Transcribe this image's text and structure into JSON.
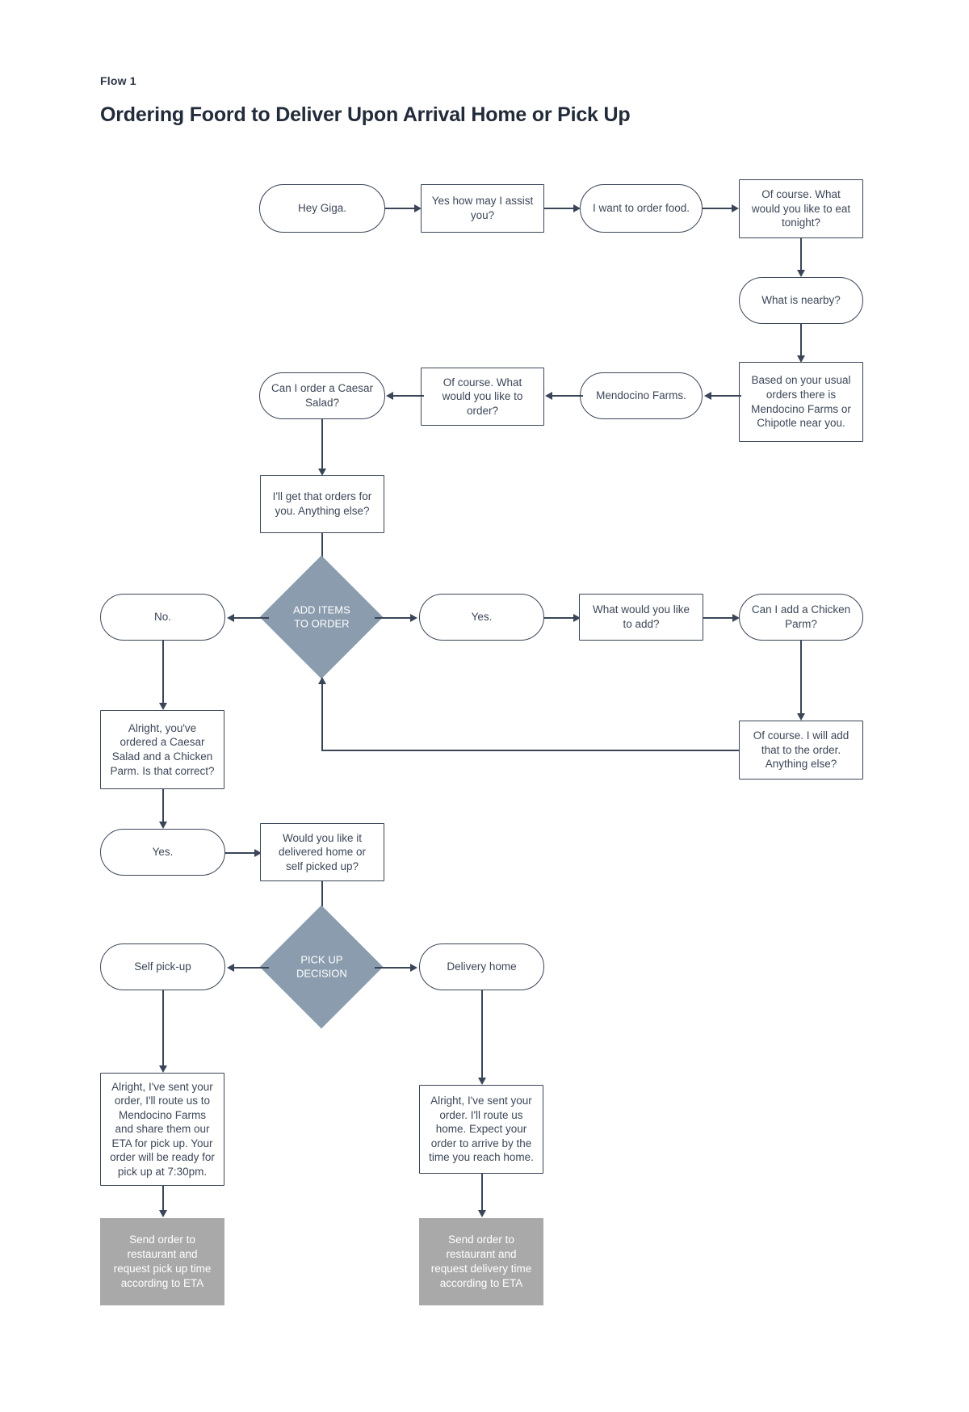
{
  "header": {
    "eyebrow": "Flow 1",
    "title": "Ordering Foord to Deliver Upon Arrival Home or Pick Up"
  },
  "colors": {
    "stroke": "#3a4557",
    "text": "#3c4758",
    "decision_fill": "#8b9cae",
    "system_fill": "#a9a9a9",
    "background": "#ffffff",
    "title": "#222b3a"
  },
  "nodes": [
    {
      "id": "n1",
      "shape": "pill",
      "text": "Hey Giga."
    },
    {
      "id": "n2",
      "shape": "rect",
      "text": "Yes how may I assist you?"
    },
    {
      "id": "n3",
      "shape": "pill",
      "text": "I want to order food."
    },
    {
      "id": "n4",
      "shape": "rect",
      "text": "Of course. What would you like to eat tonight?"
    },
    {
      "id": "n5",
      "shape": "pill",
      "text": "What is nearby?"
    },
    {
      "id": "n6",
      "shape": "rect",
      "text": "Based on your usual orders there is Mendocino Farms or Chipotle near you."
    },
    {
      "id": "n7",
      "shape": "pill",
      "text": "Mendocino Farms."
    },
    {
      "id": "n8",
      "shape": "rect",
      "text": "Of course. What would you like to order?"
    },
    {
      "id": "n9",
      "shape": "pill",
      "text": "Can I order a Caesar Salad?"
    },
    {
      "id": "n10",
      "shape": "rect",
      "text": "I'll get that orders for you. Anything else?"
    },
    {
      "id": "n11",
      "shape": "decision",
      "text": "ADD ITEMS\nTO ORDER"
    },
    {
      "id": "n12",
      "shape": "pill",
      "text": "No."
    },
    {
      "id": "n13",
      "shape": "pill",
      "text": "Yes."
    },
    {
      "id": "n14",
      "shape": "rect",
      "text": "What would you like to add?"
    },
    {
      "id": "n15",
      "shape": "pill",
      "text": "Can I add a Chicken Parm?"
    },
    {
      "id": "n16",
      "shape": "rect",
      "text": "Of course. I will add that to the order. Anything else?"
    },
    {
      "id": "n17",
      "shape": "rect",
      "text": "Alright, you've ordered a Caesar Salad and a Chicken Parm. Is that correct?"
    },
    {
      "id": "n18",
      "shape": "pill",
      "text": "Yes."
    },
    {
      "id": "n19",
      "shape": "rect",
      "text": "Would you like it delivered home or self picked up?"
    },
    {
      "id": "n20",
      "shape": "decision",
      "text": "PICK UP\nDECISION"
    },
    {
      "id": "n21",
      "shape": "pill",
      "text": "Self pick-up"
    },
    {
      "id": "n22",
      "shape": "pill",
      "text": "Delivery home"
    },
    {
      "id": "n23",
      "shape": "rect",
      "text": "Alright, I've sent your order, I'll route us to Mendocino Farms and share them our ETA for pick up. Your order will be ready for pick up at 7:30pm."
    },
    {
      "id": "n24",
      "shape": "rect",
      "text": "Alright, I've sent your order. I'll route us home. Expect your order to arrive by the time you reach home."
    },
    {
      "id": "n25",
      "shape": "system",
      "text": "Send order to restaurant and request pick up time according to ETA"
    },
    {
      "id": "n26",
      "shape": "system",
      "text": "Send order to restaurant and request delivery time according to ETA"
    }
  ]
}
